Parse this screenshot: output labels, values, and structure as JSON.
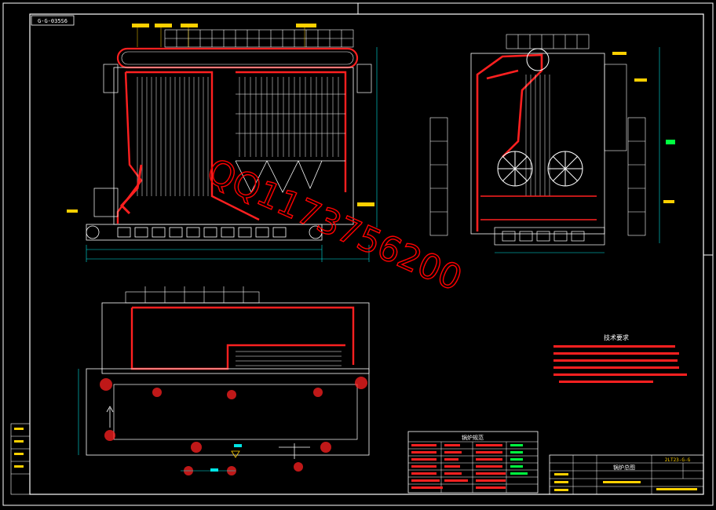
{
  "drawing": {
    "sheet_code": "G-G-035S6",
    "watermark_text": "QQ1173756200",
    "drawing_title": "锅炉总图",
    "drawing_number": "2LT23-G-G",
    "tech_requirements_title": "技术要求",
    "params_title": "锅炉规范",
    "colors": {
      "background": "#000000",
      "linework": "#ffffff",
      "insulation": "#ff2020",
      "tubes": "#ffffff",
      "dimension": "#00e5e5",
      "label": "#ffd000",
      "accent_green": "#00ff40",
      "watermark": "#ff0000"
    },
    "icons": [
      "fan-circle-icon",
      "section-arrow-icon",
      "elevation-mark-icon"
    ]
  }
}
